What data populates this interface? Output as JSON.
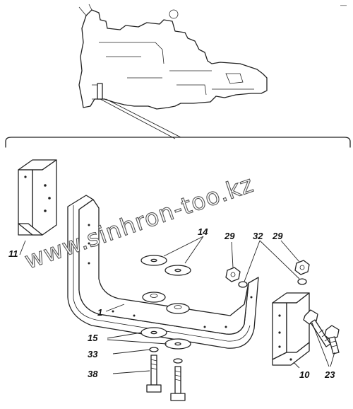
{
  "corner_mark": "—",
  "watermark": "www.sinhron-too.kz",
  "parts": [
    {
      "id": "p1",
      "label": "1"
    },
    {
      "id": "p10",
      "label": "10"
    },
    {
      "id": "p11",
      "label": "11"
    },
    {
      "id": "p14",
      "label": "14"
    },
    {
      "id": "p15",
      "label": "15"
    },
    {
      "id": "p23",
      "label": "23"
    },
    {
      "id": "p29a",
      "label": "29"
    },
    {
      "id": "p29b",
      "label": "29"
    },
    {
      "id": "p32",
      "label": "32"
    },
    {
      "id": "p33",
      "label": "33"
    },
    {
      "id": "p38",
      "label": "38"
    }
  ]
}
